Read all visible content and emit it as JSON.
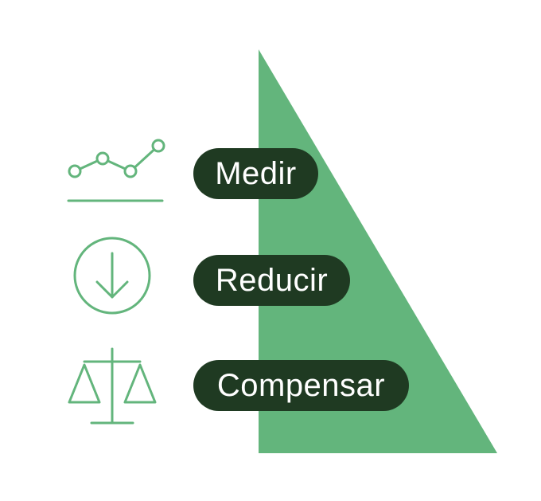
{
  "colors": {
    "triangle": "#63b57c",
    "icon_stroke": "#63b57c",
    "pill_background": "#1f3a22",
    "pill_text": "#ffffff"
  },
  "steps": [
    {
      "label": "Medir",
      "icon": "line-chart-icon"
    },
    {
      "label": "Reducir",
      "icon": "down-arrow-circle-icon"
    },
    {
      "label": "Compensar",
      "icon": "balance-scale-icon"
    }
  ]
}
